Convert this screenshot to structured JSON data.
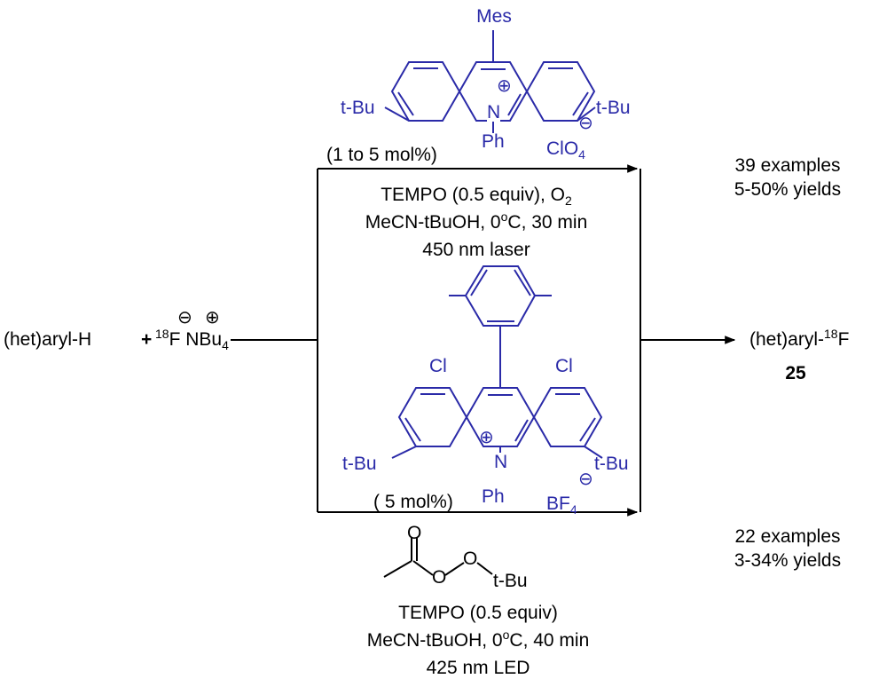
{
  "reactant": {
    "substrate": "(het)aryl-H",
    "plus": "+",
    "isotope_mass": "18",
    "fluorine": "F",
    "counter_cation": "NBu",
    "cation_subscript": "4",
    "anion_charge": "⊖",
    "cation_charge": "⊕"
  },
  "product": {
    "prefix": "(het)aryl-",
    "isotope_mass": "18",
    "element": "F",
    "compound_number": "25"
  },
  "upper_route": {
    "catalyst": {
      "substituent_top": "Mes",
      "substituent_left": "t-Bu",
      "substituent_right": "t-Bu",
      "nitrogen": "N",
      "n_substituent": "Ph",
      "counter_anion": "ClO",
      "counter_anion_subscript": "4",
      "cation_charge": "⊕",
      "anion_charge": "⊖"
    },
    "loading": "(1 to 5 mol%)",
    "conditions": {
      "line1_prefix": "TEMPO (0.5 equiv), O",
      "line1_subscript": "2",
      "line2_prefix": "MeCN-tBuOH, 0",
      "line2_superscript": "o",
      "line2_suffix": "C, 30 min",
      "line3": "450 nm laser"
    },
    "scope": {
      "examples": "39 examples",
      "yields": "5-50% yields"
    }
  },
  "lower_route": {
    "catalyst": {
      "aryl_substituent_left": "Cl",
      "aryl_substituent_right": "Cl",
      "substituent_left": "t-Bu",
      "substituent_right": "t-Bu",
      "nitrogen": "N",
      "n_substituent": "Ph",
      "counter_anion": "BF",
      "counter_anion_subscript": "4",
      "cation_charge": "⊕",
      "anion_charge": "⊖"
    },
    "loading": "( 5 mol%)",
    "oxidant": {
      "carbonyl_o": "O",
      "ester_o": "O",
      "peroxy_o": "O",
      "tert_butyl": "t-Bu"
    },
    "conditions": {
      "line1": "TEMPO (0.5 equiv)",
      "line2_prefix": "MeCN-tBuOH, 0",
      "line2_superscript": "o",
      "line2_suffix": "C, 40 min",
      "line3": "425 nm LED"
    },
    "scope": {
      "examples": "22 examples",
      "yields": "3-34% yields"
    }
  },
  "colors": {
    "structure": "#2a2aa8",
    "text": "#000000"
  }
}
